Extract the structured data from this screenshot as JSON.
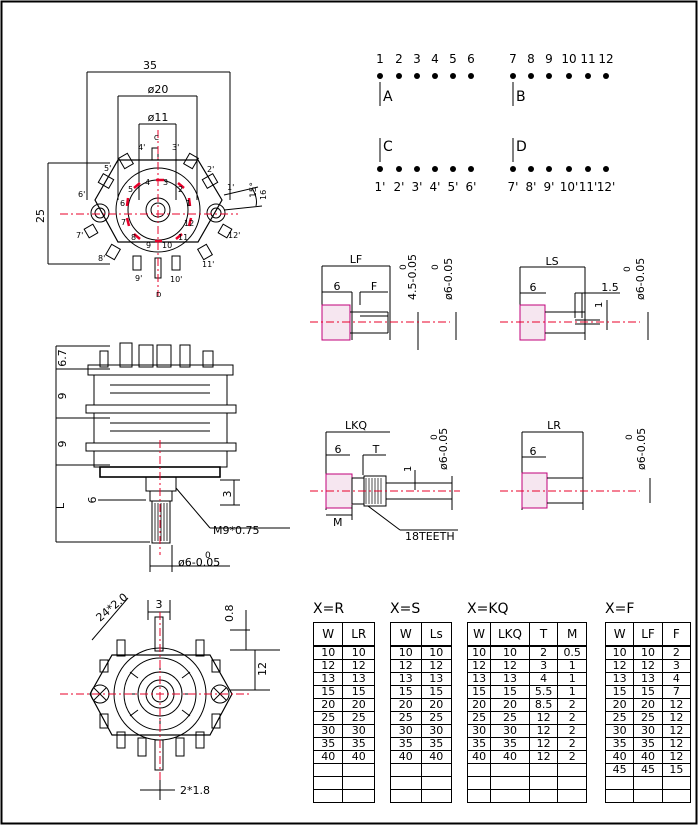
{
  "front_view": {
    "dim_width": "35",
    "dim_d20": "ø20",
    "dim_d11": "ø11",
    "dim_height": "25",
    "dim_angle": "15°",
    "angle_minutes": "16",
    "label_c": "C",
    "label_d": "D",
    "inner_positions": [
      "1",
      "2",
      "3",
      "4",
      "5",
      "6",
      "7",
      "8",
      "9",
      "10",
      "11",
      "12"
    ],
    "outer_positions": [
      "1'",
      "2'",
      "3'",
      "4'",
      "5'",
      "6'",
      "7'",
      "8'",
      "9'",
      "10'",
      "11'",
      "12'"
    ]
  },
  "pin_layout": {
    "top_numbers": [
      "1",
      "2",
      "3",
      "4",
      "5",
      "6",
      "7",
      "8",
      "9",
      "10",
      "11",
      "12"
    ],
    "label_a": "A",
    "label_b": "B",
    "label_c": "C",
    "label_d": "D",
    "bottom_numbers": [
      "1'",
      "2'",
      "3'",
      "4'",
      "5'",
      "6'",
      "7'",
      "8'",
      "9'",
      "10'",
      "11'",
      "12'"
    ]
  },
  "side_view": {
    "dim_67": "6.7",
    "dim_9a": "9",
    "dim_9b": "9",
    "dim_6": "6",
    "dim_3": "3",
    "dim_l": "L",
    "thread": "M9*0.75",
    "shaft_tol_top": "0",
    "shaft_dia": "ø6-0.05"
  },
  "shaft_f": {
    "lf": "LF",
    "six": "6",
    "f": "F",
    "tol_top1": "0",
    "len_dim": "4.5-0.05",
    "tol_top2": "0",
    "dia": "ø6-0.05"
  },
  "shaft_s": {
    "ls": "LS",
    "six": "6",
    "slot": "1.5",
    "one": "1",
    "tol_top": "0",
    "dia": "ø6-0.05"
  },
  "shaft_kq": {
    "lkq": "LKQ",
    "six": "6",
    "t": "T",
    "one": "1",
    "tol_top": "0",
    "dia": "ø6-0.05",
    "m": "M",
    "teeth": "18TEETH"
  },
  "shaft_r": {
    "lr": "LR",
    "six": "6",
    "tol_top": "0",
    "dia": "ø6-0.05"
  },
  "bottom_view": {
    "dim_3": "3",
    "dim_08": "0.8",
    "dim_12": "12",
    "dim_24": "24*2.0",
    "dim_18": "2*1.8"
  },
  "tables": {
    "r": {
      "title": "X=R",
      "headers": [
        "W",
        "LR"
      ],
      "rows": [
        [
          "10",
          "10"
        ],
        [
          "12",
          "12"
        ],
        [
          "13",
          "13"
        ],
        [
          "15",
          "15"
        ],
        [
          "20",
          "20"
        ],
        [
          "25",
          "25"
        ],
        [
          "30",
          "30"
        ],
        [
          "35",
          "35"
        ],
        [
          "40",
          "40"
        ],
        [
          "",
          ""
        ],
        [
          "",
          ""
        ],
        [
          "",
          ""
        ]
      ]
    },
    "s": {
      "title": "X=S",
      "headers": [
        "W",
        "Ls"
      ],
      "rows": [
        [
          "10",
          "10"
        ],
        [
          "12",
          "12"
        ],
        [
          "13",
          "13"
        ],
        [
          "15",
          "15"
        ],
        [
          "20",
          "20"
        ],
        [
          "25",
          "25"
        ],
        [
          "30",
          "30"
        ],
        [
          "35",
          "35"
        ],
        [
          "40",
          "40"
        ],
        [
          "",
          ""
        ],
        [
          "",
          ""
        ],
        [
          "",
          ""
        ]
      ]
    },
    "kq": {
      "title": "X=KQ",
      "headers": [
        "W",
        "LKQ",
        "T",
        "M"
      ],
      "rows": [
        [
          "10",
          "10",
          "2",
          "0.5"
        ],
        [
          "12",
          "12",
          "3",
          "1"
        ],
        [
          "13",
          "13",
          "4",
          "1"
        ],
        [
          "15",
          "15",
          "5.5",
          "1"
        ],
        [
          "20",
          "20",
          "8.5",
          "2"
        ],
        [
          "25",
          "25",
          "12",
          "2"
        ],
        [
          "30",
          "30",
          "12",
          "2"
        ],
        [
          "35",
          "35",
          "12",
          "2"
        ],
        [
          "40",
          "40",
          "12",
          "2"
        ],
        [
          "",
          "",
          "",
          ""
        ],
        [
          "",
          "",
          "",
          ""
        ],
        [
          "",
          "",
          "",
          ""
        ]
      ]
    },
    "f": {
      "title": "X=F",
      "headers": [
        "W",
        "LF",
        "F"
      ],
      "rows": [
        [
          "10",
          "10",
          "2"
        ],
        [
          "12",
          "12",
          "3"
        ],
        [
          "13",
          "13",
          "4"
        ],
        [
          "15",
          "15",
          "7"
        ],
        [
          "20",
          "20",
          "12"
        ],
        [
          "25",
          "25",
          "12"
        ],
        [
          "30",
          "30",
          "12"
        ],
        [
          "35",
          "35",
          "12"
        ],
        [
          "40",
          "40",
          "12"
        ],
        [
          "45",
          "45",
          "15"
        ],
        [
          "",
          "",
          ""
        ],
        [
          "",
          "",
          ""
        ]
      ]
    }
  },
  "colors": {
    "line": "#000000",
    "center_line": "#e8002a",
    "shaft_fill": "#c0007a",
    "contact": "#e8002a"
  }
}
